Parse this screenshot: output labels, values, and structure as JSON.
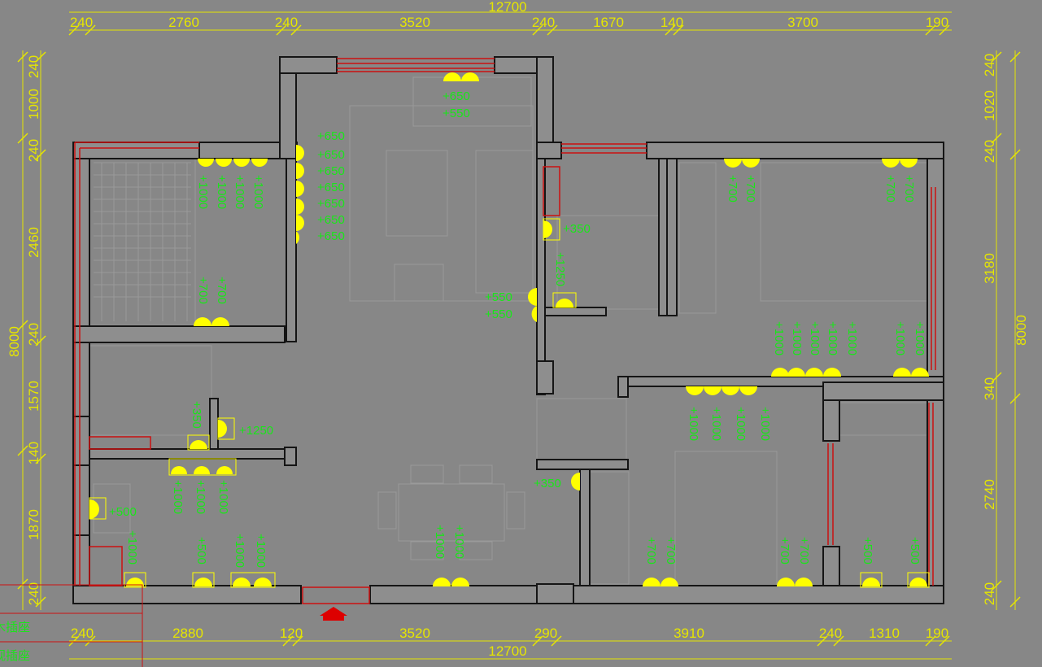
{
  "colors": {
    "background": "#878787",
    "dimension": "#e6e600",
    "socket_symbol": "#ffff00",
    "socket_label": "#19e619",
    "wall_line": "#151515",
    "window": "#cc1111",
    "entrance_arrow": "#dd0000"
  },
  "dimensions": {
    "top_total": "12700",
    "top_segments": [
      "240",
      "2760",
      "240",
      "3520",
      "240",
      "1670",
      "140",
      "3700",
      "190"
    ],
    "bottom_total": "12700",
    "bottom_segments": [
      "240",
      "2880",
      "120",
      "3520",
      "290",
      "3910",
      "240",
      "1310",
      "190"
    ],
    "left_total": "8000",
    "left_segments": [
      "240",
      "1000",
      "240",
      "2460",
      "240",
      "1570",
      "140",
      "1870",
      "240"
    ],
    "right_total": "8000",
    "right_segments": [
      "240",
      "1020",
      "240",
      "3180",
      "340",
      "2740",
      "240"
    ]
  },
  "socket_labels": {
    "balcony": [
      "+650",
      "+550"
    ],
    "living_wall": [
      "+650",
      "+650",
      "+650",
      "+650",
      "+650",
      "+650",
      "+650"
    ],
    "study_top": [
      "+1000",
      "+1000",
      "+1000",
      "+1000"
    ],
    "study_bottom": [
      "+700",
      "+700"
    ],
    "kitchen_upper": [
      "+350"
    ],
    "kitchen_right": [
      "+1250"
    ],
    "kitchen_row": [
      "+1000",
      "+1000",
      "+1000"
    ],
    "kitchen_left": [
      "+500"
    ],
    "kitchen_bottom": [
      "+1000",
      "+500",
      "+1000",
      "+1000"
    ],
    "dining": [
      "+1000",
      "+1000"
    ],
    "corridor": [
      "+550",
      "+550"
    ],
    "bath_upper": [
      "+350"
    ],
    "bath_lower": [
      "+1250"
    ],
    "bath_door": [
      "+350"
    ],
    "bed1_top": [
      "+700",
      "+700"
    ],
    "bed1_bottom": [
      "+1000",
      "+1000",
      "+1000",
      "+1000",
      "+1000"
    ],
    "bed2_top": [
      "+700",
      "+700"
    ],
    "bed2_right": [
      "+1000",
      "+1000"
    ],
    "bed3_top": [
      "+1000",
      "+1000",
      "+1000",
      "+1000"
    ],
    "bed3_bottom": [
      "+700",
      "+700"
    ],
    "bath2_bottom": [
      "+700",
      "+700"
    ],
    "bath2_right": [
      "+500",
      "+500"
    ]
  },
  "legend": {
    "line1": "木插座",
    "line2": "视插座"
  },
  "icons": {
    "socket": "half-circle-socket-icon",
    "entrance": "entrance-arrow-icon",
    "window": "window-icon"
  }
}
